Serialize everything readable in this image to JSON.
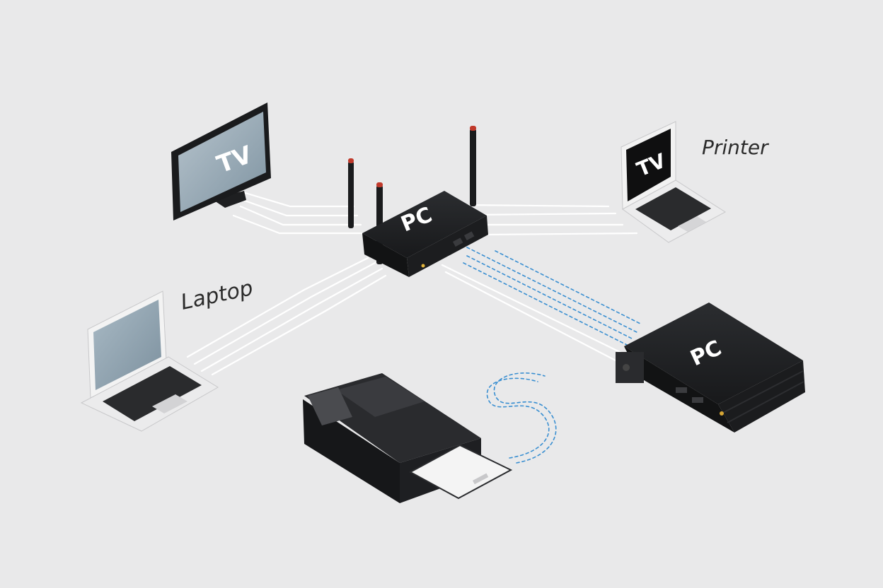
{
  "diagram": {
    "labels": {
      "tv_screen": "TV",
      "router": "PC",
      "laptop_right_screen": "TV",
      "printer_caption": "Printer",
      "laptop_caption": "Laptop",
      "pc_box": "PC"
    },
    "colors": {
      "background": "#e9e9ea",
      "device_dark": "#1e1f21",
      "cable_white": "#ffffff",
      "cable_dashed_blue": "#3a8fd1",
      "antenna_tip": "#c0392b",
      "screen_blue": "#8ea3b1"
    }
  }
}
